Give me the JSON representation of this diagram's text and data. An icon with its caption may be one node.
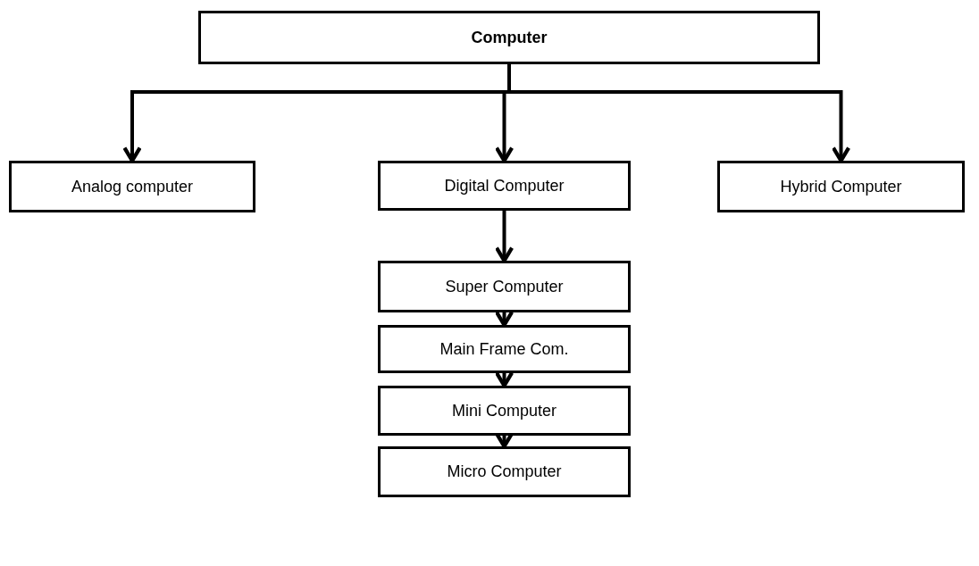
{
  "diagram": {
    "nodes": [
      {
        "text": [
          "Computer"
        ]
      },
      {
        "text": [
          "Analog computer"
        ]
      },
      {
        "text": [
          "Digital Computer"
        ]
      },
      {
        "text": [
          "Hybrid Computer"
        ]
      },
      {
        "text": [
          "Super Computer"
        ]
      },
      {
        "text": [
          "Main Frame Com."
        ]
      },
      {
        "text": [
          "Mini Computer"
        ]
      },
      {
        "text": [
          "Micro Computer"
        ]
      }
    ],
    "edges": [
      {
        "from": 0,
        "to": 1,
        "arrow": "to"
      },
      {
        "from": 0,
        "to": 2,
        "arrow": "to"
      },
      {
        "from": 0,
        "to": 3,
        "arrow": "to"
      },
      {
        "from": 2,
        "to": 4,
        "arrow": "to"
      },
      {
        "from": 4,
        "to": 5,
        "arrow": "to"
      },
      {
        "from": 5,
        "to": 6,
        "arrow": "to"
      },
      {
        "from": 6,
        "to": 7,
        "arrow": "to"
      }
    ]
  }
}
